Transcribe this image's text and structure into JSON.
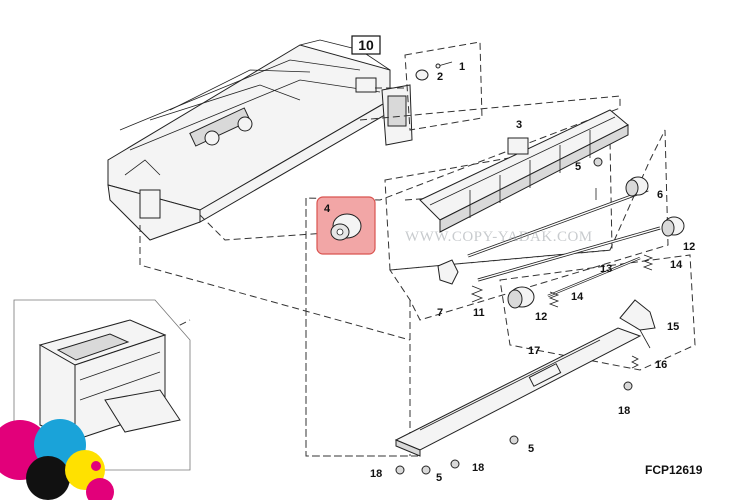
{
  "diagram_code": "FCP12619",
  "assembly_label": "10",
  "highlighted_part": "4",
  "watermark": "WWW.COPY-YADAK.COM",
  "callouts": [
    {
      "id": "c1",
      "num": "1"
    },
    {
      "id": "c2",
      "num": "2"
    },
    {
      "id": "c3",
      "num": "3"
    },
    {
      "id": "c4",
      "num": "4"
    },
    {
      "id": "c5a",
      "num": "5"
    },
    {
      "id": "c5b",
      "num": "5"
    },
    {
      "id": "c5c",
      "num": "5"
    },
    {
      "id": "c6",
      "num": "6"
    },
    {
      "id": "c7",
      "num": "7"
    },
    {
      "id": "c11",
      "num": "11"
    },
    {
      "id": "c12a",
      "num": "12"
    },
    {
      "id": "c12b",
      "num": "12"
    },
    {
      "id": "c13",
      "num": "13"
    },
    {
      "id": "c14a",
      "num": "14"
    },
    {
      "id": "c14b",
      "num": "14"
    },
    {
      "id": "c15",
      "num": "15"
    },
    {
      "id": "c16",
      "num": "16"
    },
    {
      "id": "c17",
      "num": "17"
    },
    {
      "id": "c18a",
      "num": "18"
    },
    {
      "id": "c18b",
      "num": "18"
    },
    {
      "id": "c18c",
      "num": "18"
    }
  ],
  "colors": {
    "highlight_fill": "#f2a6a6",
    "highlight_stroke": "#d9534f",
    "logo_cyan": "#1aa3d9",
    "logo_magenta": "#e2007a",
    "logo_yellow": "#ffe100",
    "logo_black": "#111111"
  }
}
